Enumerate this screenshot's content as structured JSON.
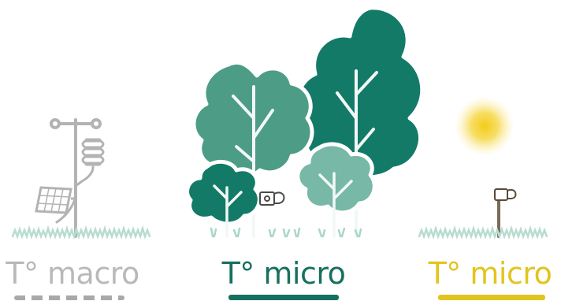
{
  "labels": {
    "macro": "T° macro",
    "micro_forest": "T° micro",
    "micro_open": "T° micro"
  },
  "colors": {
    "macro_gray": "#b9b9b9",
    "forest_green": "#17705f",
    "canopy_dark": "#137a68",
    "canopy_mid": "#4c9c86",
    "canopy_light": "#77b8a6",
    "sun_yellow": "#f2cc22",
    "grass_green": "#a9d7c7"
  },
  "icons": {
    "weather_station": "weather-station-icon",
    "solar_panel": "solar-panel-icon",
    "forest": "forest-trees-icon",
    "sensor": "temperature-logger-icon",
    "sun": "sun-icon"
  }
}
